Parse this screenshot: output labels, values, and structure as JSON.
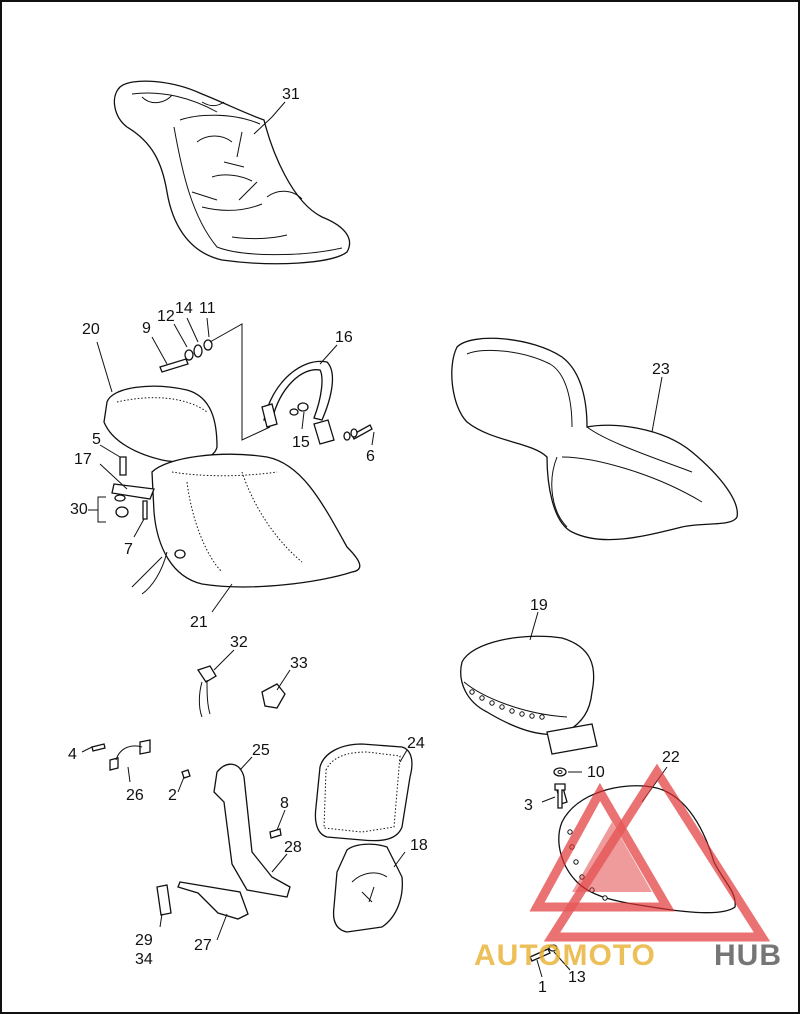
{
  "callouts": {
    "c31": "31",
    "c20": "20",
    "c9": "9",
    "c12": "12",
    "c14": "14",
    "c11": "11",
    "c16": "16",
    "c15": "15",
    "c6": "6",
    "c5": "5",
    "c17": "17",
    "c30": "30",
    "c7": "7",
    "c21": "21",
    "c23": "23",
    "c19": "19",
    "c32": "32",
    "c33": "33",
    "c4": "4",
    "c26": "26",
    "c2": "2",
    "c25": "25",
    "c24": "24",
    "c8": "8",
    "c28": "28",
    "c18": "18",
    "c29": "29",
    "c34": "34",
    "c27": "27",
    "c10": "10",
    "c3": "3",
    "c22": "22",
    "c13": "13",
    "c1": "1"
  },
  "watermark": {
    "brand_part1": "AUTOMOTO",
    "brand_part2": "HUB",
    "color_red": "#e03030",
    "color_gold": "#e8b030",
    "color_gray": "#555555"
  }
}
